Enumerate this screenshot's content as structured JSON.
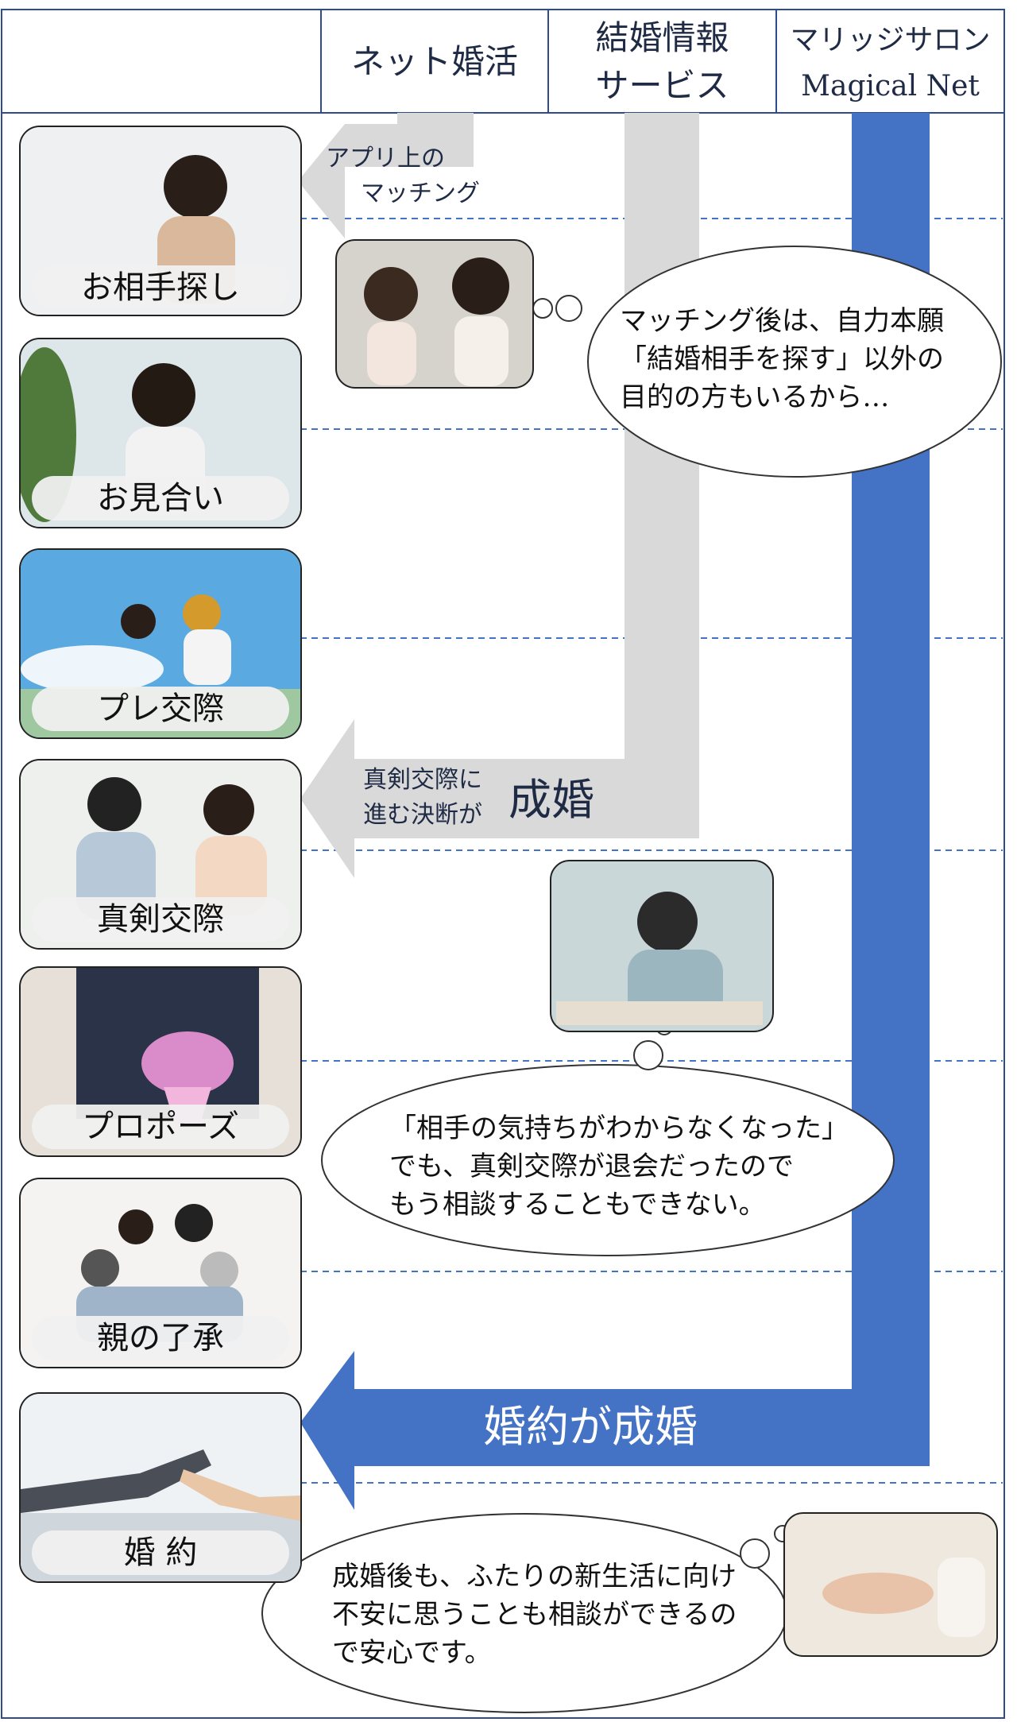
{
  "header": {
    "col_net": "ネット婚活",
    "col_info_line1": "結婚情報",
    "col_info_line2": "サービス",
    "col_magical_line1": "マリッジサロン",
    "col_magical_line2": "Magical Net"
  },
  "stages": [
    {
      "label": "お相手探し"
    },
    {
      "label": "お見合い"
    },
    {
      "label": "プレ交際"
    },
    {
      "label": "真剣交際"
    },
    {
      "label": "プロポーズ"
    },
    {
      "label": "親の了承"
    },
    {
      "label": "婚 約"
    }
  ],
  "arrows": {
    "net_line1": "アプリ上の",
    "net_line2": "マッチング",
    "info_line1": "真剣交際に",
    "info_line2": "進む決断が",
    "info_big": "成婚",
    "magical": "婚約が成婚"
  },
  "bubbles": {
    "b1": [
      "マッチング後は、自力本願",
      "「結婚相手を探す」以外の",
      "目的の方もいるから…"
    ],
    "b2": [
      "「相手の気持ちがわからなくなった」",
      "でも、真剣交際が退会だったので",
      "もう相談することもできない。"
    ],
    "b3": [
      "成婚後も、ふたりの新生活に向け",
      "不安に思うことも相談ができるの",
      "で安心です。"
    ]
  },
  "colors": {
    "border": "#2f4b8f",
    "magical_blue": "#4472c4",
    "gray_arrow": "#d9d9d9",
    "dashed_line": "#4472c4"
  }
}
